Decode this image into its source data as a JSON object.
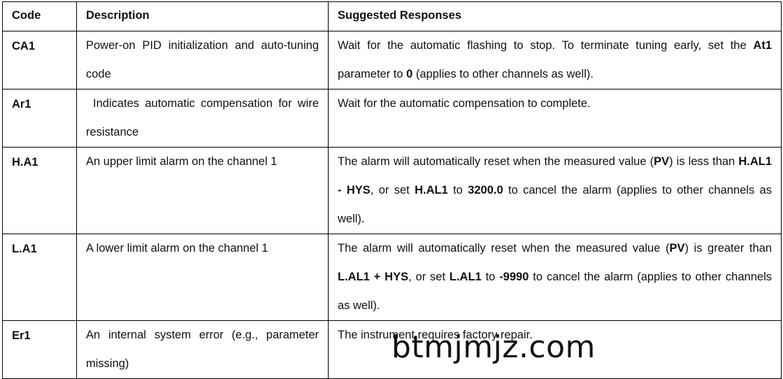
{
  "table": {
    "headers": {
      "code": "Code",
      "description": "Description",
      "responses": "Suggested Responses"
    },
    "rows": [
      {
        "code": "CA1",
        "description": "Power-on PID initialization and auto-tuning code",
        "response": [
          {
            "t": "Wait for the automatic flashing to stop. To terminate tuning early, set the "
          },
          {
            "t": "At1",
            "b": true
          },
          {
            "t": " parameter to "
          },
          {
            "t": "0",
            "b": true
          },
          {
            "t": " (applies to other channels as well)."
          }
        ]
      },
      {
        "code": "Ar1",
        "description": "Indicates automatic compensation for wire resistance",
        "response": [
          {
            "t": "Wait for the automatic compensation to complete."
          }
        ]
      },
      {
        "code": "H.A1",
        "description": "An upper limit alarm on the channel 1",
        "response": [
          {
            "t": "The alarm will automatically reset when the measured value ("
          },
          {
            "t": "PV",
            "b": true
          },
          {
            "t": ") is less than "
          },
          {
            "t": "H.AL1 - HYS",
            "b": true
          },
          {
            "t": ", or set "
          },
          {
            "t": "H.AL1",
            "b": true
          },
          {
            "t": " to "
          },
          {
            "t": "3200.0",
            "b": true
          },
          {
            "t": " to cancel the alarm (applies to other channels as well)."
          }
        ]
      },
      {
        "code": "L.A1",
        "description": "A lower limit alarm on the channel 1",
        "response": [
          {
            "t": "The alarm will automatically reset when the measured value ("
          },
          {
            "t": "PV",
            "b": true
          },
          {
            "t": ") is greater than "
          },
          {
            "t": "L.AL1 + HYS",
            "b": true
          },
          {
            "t": ", or set "
          },
          {
            "t": "L.AL1",
            "b": true
          },
          {
            "t": " to "
          },
          {
            "t": "-9990",
            "b": true
          },
          {
            "t": " to cancel the alarm (applies to other channels as well)."
          }
        ]
      },
      {
        "code": "Er1",
        "description": "An internal system error (e.g., parameter missing)",
        "response": [
          {
            "t": "The instrument requires factory repair."
          }
        ]
      }
    ]
  },
  "watermark": "btmjmjz.com"
}
